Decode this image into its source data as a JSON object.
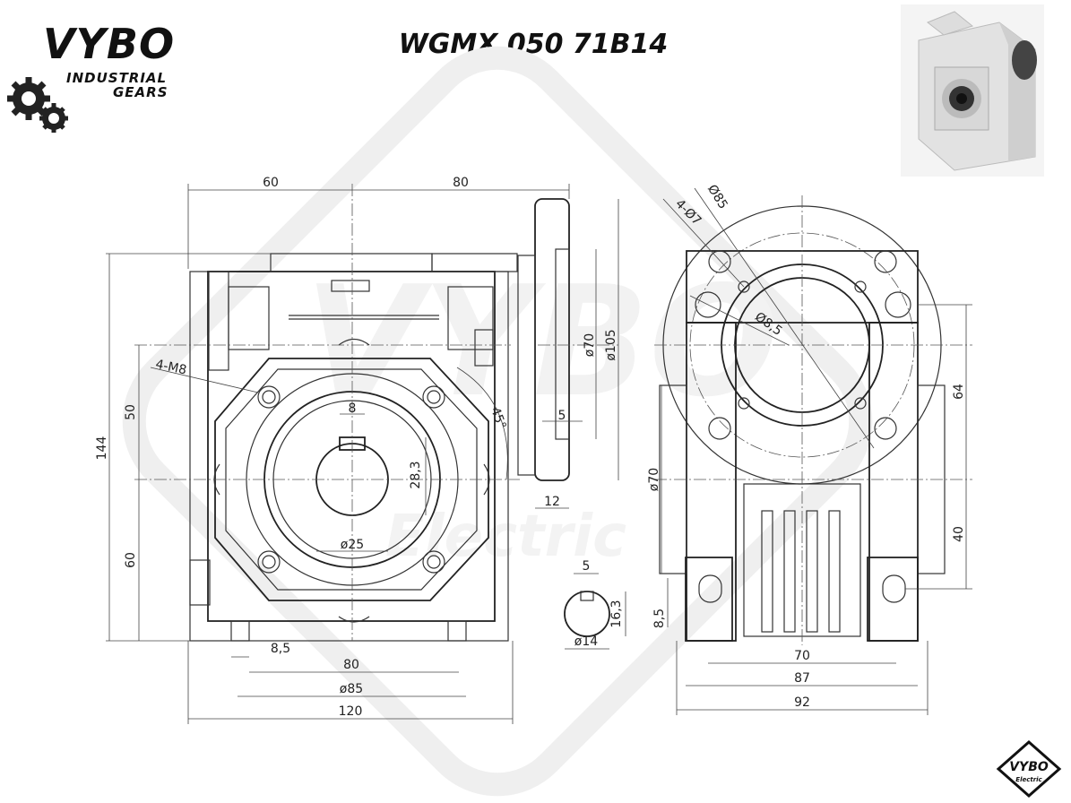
{
  "title": "WGMX 050 71B14",
  "logo": {
    "word": "VYBO",
    "line1": "INDUSTRIAL",
    "line2": "GEARS"
  },
  "badge": {
    "word": "VYBO",
    "sub": "Electric"
  },
  "watermark": {
    "word": "VYBO",
    "sub": "Electric"
  },
  "dimensions": {
    "top_left": "60",
    "top_right": "80",
    "height_total": "144",
    "height_upper": "50",
    "height_lower": "60",
    "bolt": "4-M8",
    "angle": "45°",
    "key_width": "8",
    "key_height": "28,3",
    "bore": "ø25",
    "flange_inner": "ø70",
    "flange_outer": "ø105",
    "flange_step": "5",
    "flange_thick": "12",
    "bottom_small": "8,5",
    "bottom_80": "80",
    "bottom_85": "ø85",
    "bottom_120": "120",
    "shaft_key": "5",
    "shaft_h": "16,3",
    "shaft_d": "ø14",
    "right_d85": "Ø85",
    "right_holes": "4-Ø7",
    "right_d85b": "Ø8,5",
    "right_64": "64",
    "right_40": "40",
    "right_70v": "ø70",
    "right_85v": "8,5",
    "right_70": "70",
    "right_87": "87",
    "right_92": "92"
  }
}
